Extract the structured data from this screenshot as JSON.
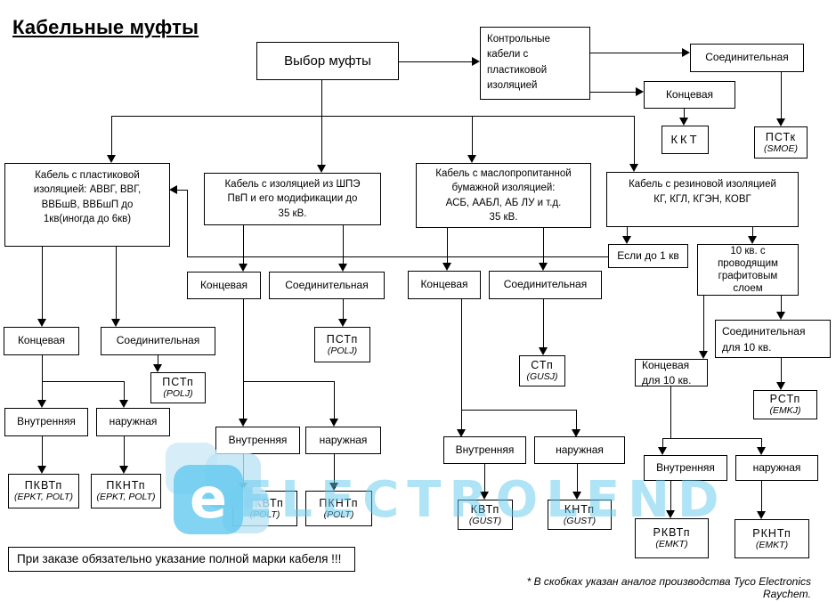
{
  "title": "Кабельные муфты",
  "nodes": {
    "vybor": {
      "label": "Выбор муфты"
    },
    "kontrolnye": {
      "label": "Контрольные\nкабели  с\nпластиковой\nизоляцией"
    },
    "soed_top": {
      "label": "Соединительная"
    },
    "konc_top": {
      "label": "Концевая"
    },
    "kkt": {
      "label": "ККТ"
    },
    "pstk": {
      "label": "ПСТк",
      "code": "(SMOE)"
    },
    "plastik": {
      "label": "Кабель с пластиковой\nизоляцией: АВВГ, ВВГ,\nВВБшВ, ВВБшП до\n1кв(иногда до 6кв)"
    },
    "shpe": {
      "label": "Кабель с изоляцией из ШПЭ\nПвП и его модификации до\n35 кВ."
    },
    "maslo": {
      "label": "Кабель с маслопропитанной\nбумажной изоляцией:\nАСБ, ААБЛ, АБ ЛУ и т.д.\n35 кВ."
    },
    "rezina": {
      "label": "Кабель с резиновой  изоляцией\nКГ, КГЛ, КГЭН, КОВГ"
    },
    "esli": {
      "label": "Если до 1 кв"
    },
    "kv10": {
      "label": "10 кв. с\nпроводящим\nграфитовым\nслоем"
    },
    "konc_shpe": {
      "label": "Концевая"
    },
    "soed_shpe": {
      "label": "Соединительная"
    },
    "konc_maslo": {
      "label": "Концевая"
    },
    "soed_maslo": {
      "label": "Соединительная"
    },
    "konc_left": {
      "label": "Концевая"
    },
    "soed_left": {
      "label": "Соединительная"
    },
    "pstp_left": {
      "label": "ПСТп",
      "code": "(POLJ)"
    },
    "pstp_shpe": {
      "label": "ПСТп",
      "code": "(POLJ)"
    },
    "stp": {
      "label": "СТп",
      "code": "(GUSJ)"
    },
    "konc10": {
      "label": "Концевая\nдля  10 кв."
    },
    "soed10": {
      "label": "Соединительная\nдля  10 кв."
    },
    "rstp": {
      "label": "РСТп",
      "code": "(EMKJ)"
    },
    "vnutr_left": {
      "label": "Внутренняя"
    },
    "naruzh_left": {
      "label": "наружная"
    },
    "vnutr_shpe": {
      "label": "Внутренняя"
    },
    "naruzh_shpe": {
      "label": "наружная"
    },
    "vnutr_maslo": {
      "label": "Внутренняя"
    },
    "naruzh_maslo": {
      "label": "наружная"
    },
    "vnutr_rez": {
      "label": "Внутренняя"
    },
    "naruzh_rez": {
      "label": "наружная"
    },
    "pkvtp_left": {
      "label": "ПКВТп",
      "code": "(EPKT, POLT)"
    },
    "pkntp_left": {
      "label": "ПКНТп",
      "code": "(EPKT, POLT)"
    },
    "pkvtp_shpe": {
      "label": "ПКВТп",
      "code": "(POLT)"
    },
    "pkntp_shpe": {
      "label": "ПКНТп",
      "code": "(POLT)"
    },
    "kvtp": {
      "label": "КВТп",
      "code": "(GUST)"
    },
    "kntp": {
      "label": "КНТп",
      "code": "(GUST)"
    },
    "rkvtp": {
      "label": "РКВТп",
      "code": "(EMKT)"
    },
    "rkntp": {
      "label": "РКНТп",
      "code": "(EMKT)"
    },
    "note": {
      "label": "При заказе обязательно указание полной марки кабеля !!!"
    }
  },
  "footnote": "* В скобках указан аналог производства Tyco Electronics Raychem.",
  "watermark": {
    "logo_letter": "e",
    "text": "ELECTROLEND",
    "colors": {
      "bright": "#5fc8ee",
      "light": "#bce4f5",
      "text": "#60c8ee"
    }
  }
}
